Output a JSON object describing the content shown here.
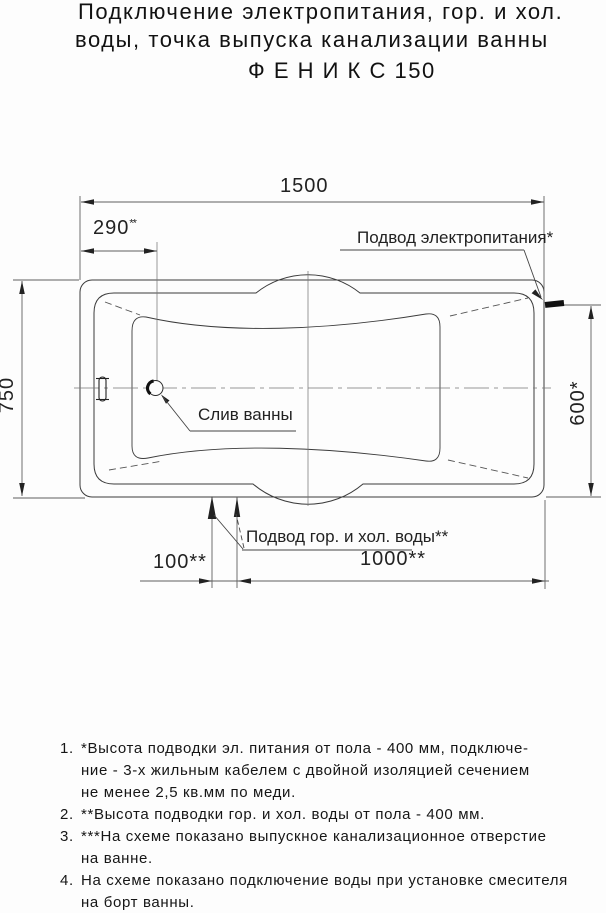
{
  "title": {
    "line1": "Подключение электропитания, гор. и хол.",
    "line2": "воды, точка выпуска канализации ванны",
    "line3": "Ф Е Н И К С 150"
  },
  "diagram": {
    "dims": {
      "width_total": "1500",
      "drain_offset": "290",
      "drain_offset_suffix": "**",
      "height_total": "750",
      "height_right": "600*",
      "supply_offset": "100**",
      "supply_span": "1000**"
    },
    "labels": {
      "power": "Подвод электропитания*",
      "drain": "Слив ванны",
      "water": "Подвод гор. и хол. воды**"
    }
  },
  "notes": [
    {
      "num": "1.",
      "lines": [
        "*Высота подводки эл. питания от пола - 400 мм, подключе-",
        "ние - 3-х жильным кабелем с двойной изоляцией сечением",
        "не менее 2,5 кв.мм по меди."
      ]
    },
    {
      "num": "2.",
      "lines": [
        "**Высота подводки гор. и хол. воды от пола - 400 мм."
      ]
    },
    {
      "num": "3.",
      "lines": [
        "***На схеме показано выпускное канализационное отверстие",
        "на ванне."
      ]
    },
    {
      "num": "4.",
      "lines": [
        "На схеме показано подключение воды при установке смесителя",
        "на борт ванны."
      ]
    }
  ]
}
